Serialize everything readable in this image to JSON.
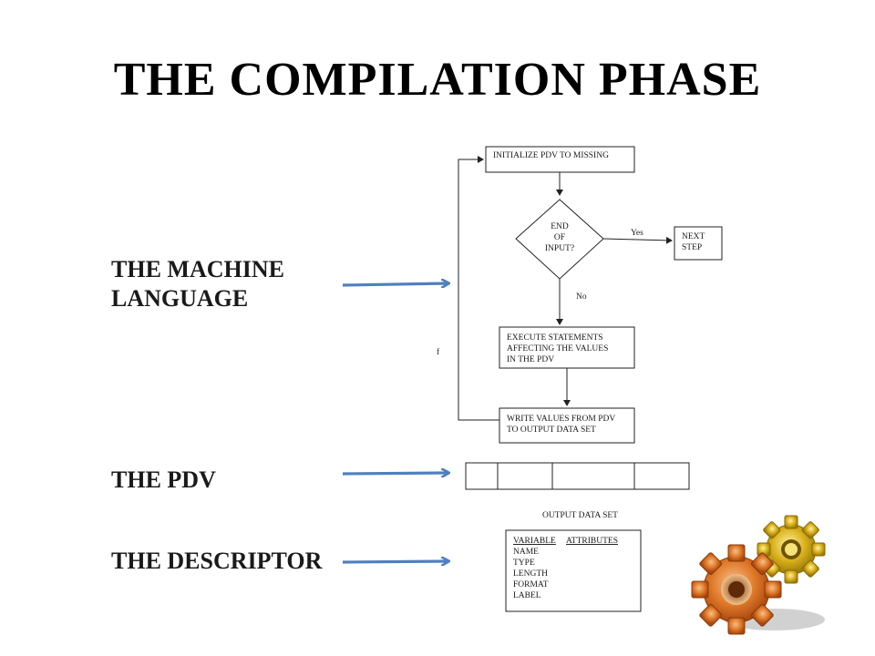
{
  "slide": {
    "title": "THE COMPILATION PHASE",
    "labels": {
      "machine_language": "THE MACHINE LANGUAGE",
      "pdv": "THE PDV",
      "descriptor": "THE DESCRIPTOR"
    }
  },
  "flowchart": {
    "init_box": "INITIALIZE PDV TO MISSING",
    "decision": [
      "END",
      "OF",
      "INPUT?"
    ],
    "yes_label": "Yes",
    "no_label": "No",
    "next_step": [
      "NEXT",
      "STEP"
    ],
    "execute_box": [
      "EXECUTE STATEMENTS",
      "AFFECTING THE VALUES",
      "IN THE PDV"
    ],
    "write_box": [
      "WRITE VALUES FROM PDV",
      "TO OUTPUT DATA SET"
    ],
    "stray_mark": "f"
  },
  "pdv_caption": "OUTPUT DATA SET",
  "descriptor": {
    "header_left": "VARIABLE",
    "header_right": "ATTRIBUTES",
    "items": [
      "NAME",
      "TYPE",
      "LENGTH",
      "FORMAT",
      "LABEL"
    ]
  },
  "colors": {
    "arrow": "#4f7fbf",
    "gear_orange": "#e07a2a",
    "gear_yellow": "#d9b21c"
  },
  "icons": [
    "gears-icon"
  ]
}
